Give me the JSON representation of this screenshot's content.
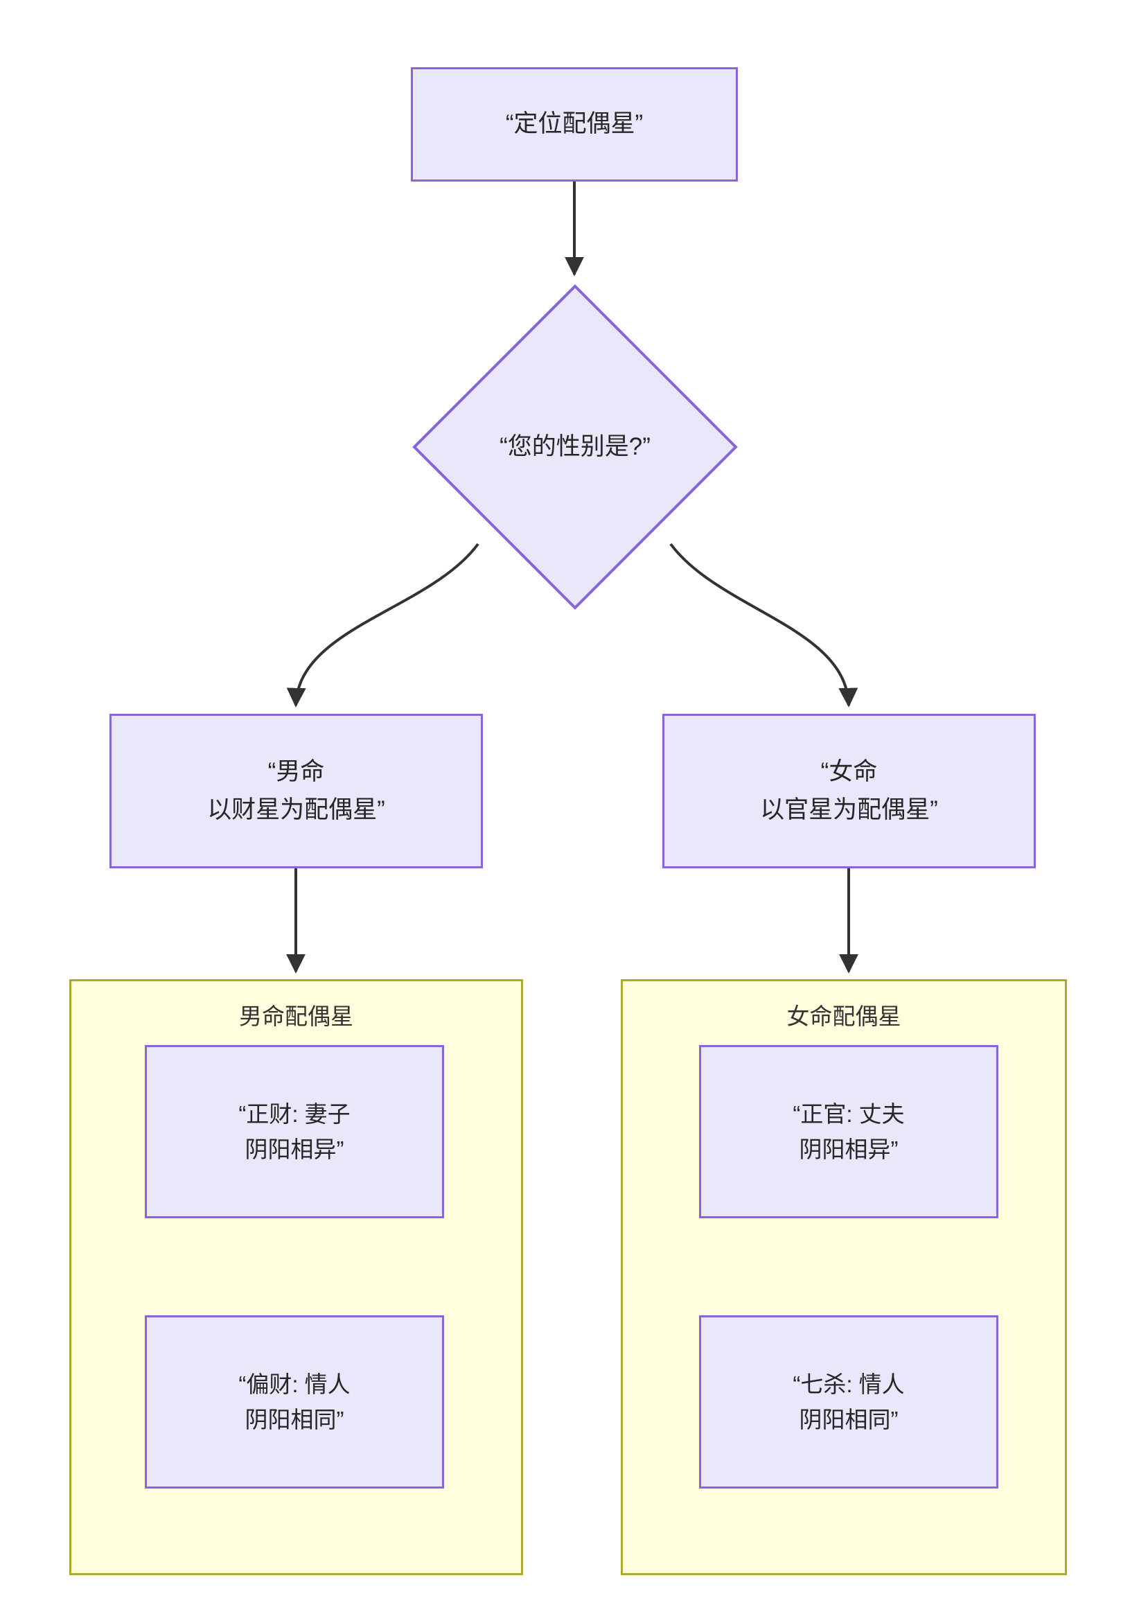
{
  "diagram": {
    "type": "flowchart",
    "direction": "top-down",
    "background_color": "#ffffff",
    "node_fill": "#e9e8fb",
    "node_border": "#8a64d8",
    "cluster_fill": "#ffffde",
    "cluster_border": "#aaaa33",
    "edge_color": "#333333",
    "text_color": "#262626"
  },
  "nodes": {
    "root": {
      "label": "“定位配偶星”"
    },
    "decision": {
      "label": "“您的性别是?”"
    },
    "male_branch": {
      "label": "“男命\n以财星为配偶星”"
    },
    "female_branch": {
      "label": "“女命\n以官星为配偶星”"
    },
    "male_zhengcai": {
      "label": "“正财: 妻子\n阴阳相异”"
    },
    "male_piancai": {
      "label": "“偏财: 情人\n阴阳相同”"
    },
    "female_zhengguan": {
      "label": "“正官: 丈夫\n阴阳相异”"
    },
    "female_qisha": {
      "label": "“七杀: 情人\n阴阳相同”"
    }
  },
  "clusters": {
    "male": {
      "title": "男命配偶星"
    },
    "female": {
      "title": "女命配偶星"
    }
  },
  "edges": [
    {
      "from": "root",
      "to": "decision",
      "label": ""
    },
    {
      "from": "decision",
      "to": "male_branch",
      "label": ""
    },
    {
      "from": "decision",
      "to": "female_branch",
      "label": ""
    },
    {
      "from": "male_branch",
      "to": "male_cluster",
      "label": ""
    },
    {
      "from": "female_branch",
      "to": "female_cluster",
      "label": ""
    }
  ]
}
